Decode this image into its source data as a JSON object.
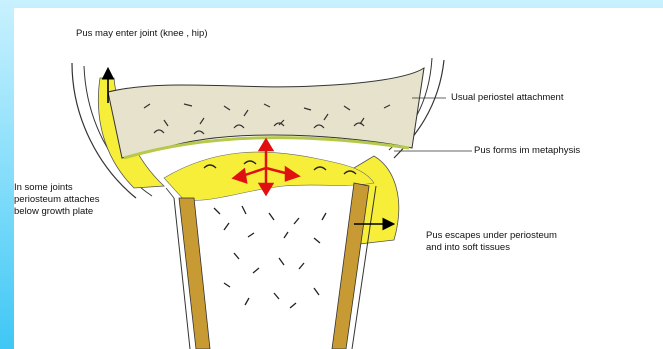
{
  "labels": {
    "top": "Pus may enter joint (knee , hip)",
    "periosteal_attachment": "Usual periostel attachment",
    "metaphysis": "Pus forms im metaphysis",
    "joint_line1": "In some joints",
    "joint_line2": "periosteum attaches",
    "joint_line3": "below growth plate",
    "escape_line1": "Pus escapes under periosteum",
    "escape_line2": "and into soft tissues"
  },
  "colors": {
    "pus": "#f7ee3a",
    "cortex": "#c79a34",
    "arrow_red": "#e01010",
    "background_gradient": "#3fc7f5"
  }
}
